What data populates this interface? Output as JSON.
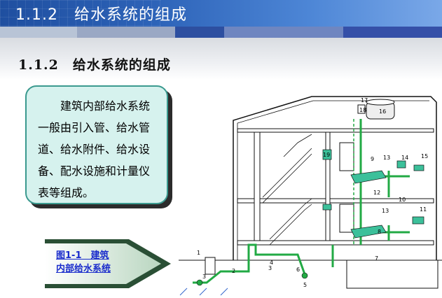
{
  "header": {
    "title": "1.1.2　给水系统的组成"
  },
  "stripe": {
    "colors": [
      "#b8c4d6",
      "#9aa8c4",
      "#2d4fa0",
      "#6f86c0",
      "#3550a8"
    ]
  },
  "section": {
    "title": "1.1.2　给水系统的组成"
  },
  "description": {
    "text": "建筑内部给水系统一般由引入管、给水管道、给水附件、给水设备、配水设施和计量仪表等组成。"
  },
  "figure_link": {
    "line1": "图1-1　建筑",
    "line2": "内部给水系统"
  },
  "diagram": {
    "labels": [
      "1",
      "2",
      "3",
      "4",
      "5",
      "6",
      "7",
      "8",
      "9",
      "10",
      "11",
      "12",
      "13",
      "13",
      "14",
      "15",
      "16",
      "17",
      "18",
      "19",
      "3"
    ],
    "colors": {
      "pipe": "#22aa44",
      "fixture": "#3cc09a",
      "line": "#111111"
    }
  }
}
